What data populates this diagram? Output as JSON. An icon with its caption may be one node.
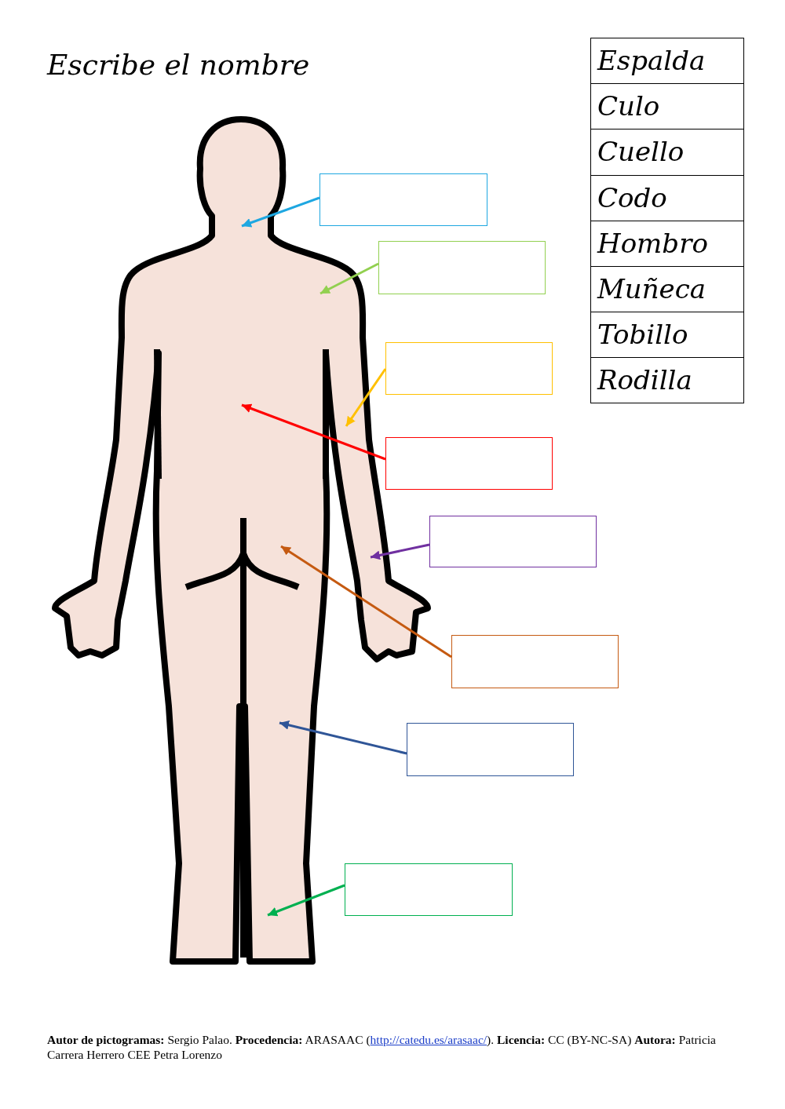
{
  "diagram": {
    "title": "Escribe el nombre",
    "nodes": [
      {
        "text": [],
        "shape": "box"
      },
      {
        "text": [],
        "shape": "box"
      },
      {
        "text": [],
        "shape": "box"
      },
      {
        "text": [],
        "shape": "box"
      },
      {
        "text": [],
        "shape": "box"
      },
      {
        "text": [],
        "shape": "box"
      },
      {
        "text": [],
        "shape": "box"
      },
      {
        "text": [],
        "shape": "box"
      }
    ],
    "edges": [
      {
        "from": 0,
        "to": null,
        "arrow": "to",
        "color": "#1ea7e1"
      },
      {
        "from": 1,
        "to": null,
        "arrow": "to",
        "color": "#92d050"
      },
      {
        "from": 2,
        "to": null,
        "arrow": "to",
        "color": "#ffc000"
      },
      {
        "from": 3,
        "to": null,
        "arrow": "to",
        "color": "#ff0000"
      },
      {
        "from": 4,
        "to": null,
        "arrow": "to",
        "color": "#7030a0"
      },
      {
        "from": 5,
        "to": null,
        "arrow": "to",
        "color": "#c55a11"
      },
      {
        "from": 6,
        "to": null,
        "arrow": "to",
        "color": "#2f5597"
      },
      {
        "from": 7,
        "to": null,
        "arrow": "to",
        "color": "#00b050"
      }
    ],
    "labels": [
      "Espalda",
      "Culo",
      "Cuello",
      "Codo",
      "Hombro",
      "Muñeca",
      "Tobillo",
      "Rodilla",
      "**Autor de pictogramas:** Sergio Palao. **Procedencia:** ARASAAC (http://catedu.es/arasaac/). **Licencia:** CC (BY-NC-SA) **Autora:** Patricia Carrera Herrero CEE Petra Lorenzo"
    ]
  }
}
